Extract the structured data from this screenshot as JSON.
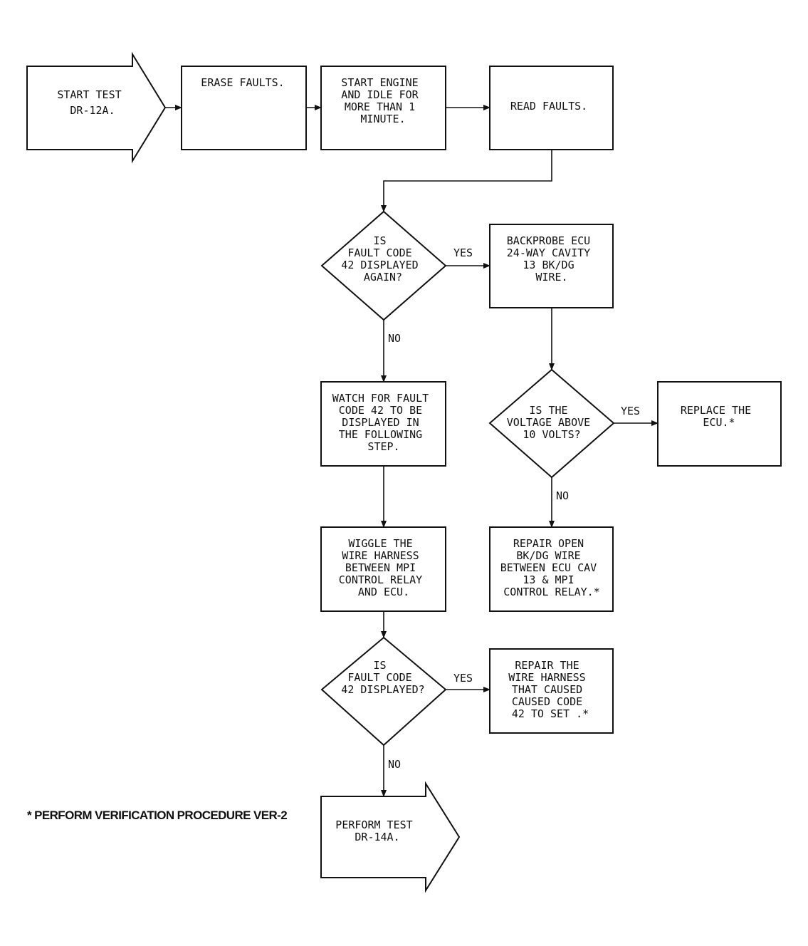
{
  "nodes": {
    "start": [
      "START TEST",
      "DR-12A."
    ],
    "erase": [
      "ERASE FAULTS."
    ],
    "start_engine": [
      "START ENGINE",
      "AND IDLE FOR",
      "MORE THAN 1",
      "MINUTE."
    ],
    "read": [
      "READ FAULTS."
    ],
    "q_fault_again": [
      "IS",
      "FAULT CODE",
      "42 DISPLAYED",
      "AGAIN?"
    ],
    "backprobe": [
      "BACKPROBE ECU",
      "24-WAY CAVITY",
      "13 BK/DG",
      "WIRE."
    ],
    "watch": [
      "WATCH FOR FAULT",
      "CODE 42 TO BE",
      "DISPLAYED IN",
      "THE FOLLOWING",
      "STEP."
    ],
    "q_voltage": [
      "IS THE",
      "VOLTAGE ABOVE",
      "10 VOLTS?"
    ],
    "replace_ecu": [
      "REPLACE THE",
      "ECU.*"
    ],
    "wiggle": [
      "WIGGLE THE",
      "WIRE HARNESS",
      "BETWEEN MPI",
      "CONTROL RELAY",
      "AND ECU."
    ],
    "repair_open": [
      "REPAIR OPEN",
      "BK/DG WIRE",
      "BETWEEN ECU CAV",
      "13 & MPI",
      "CONTROL RELAY.*"
    ],
    "q_fault": [
      "IS",
      "FAULT CODE",
      "42 DISPLAYED?"
    ],
    "repair_harness": [
      "REPAIR THE",
      "WIRE HARNESS",
      "THAT CAUSED",
      "CAUSED CODE",
      "42 TO SET .*"
    ],
    "perform_test": [
      "PERFORM TEST",
      "DR-14A."
    ]
  },
  "edge_labels": {
    "yes_1": "YES",
    "no_1": "NO",
    "yes_2": "YES",
    "no_2": "NO",
    "yes_3": "YES",
    "no_3": "NO"
  },
  "footnote": "* PERFORM VERIFICATION PROCEDURE VER-2"
}
